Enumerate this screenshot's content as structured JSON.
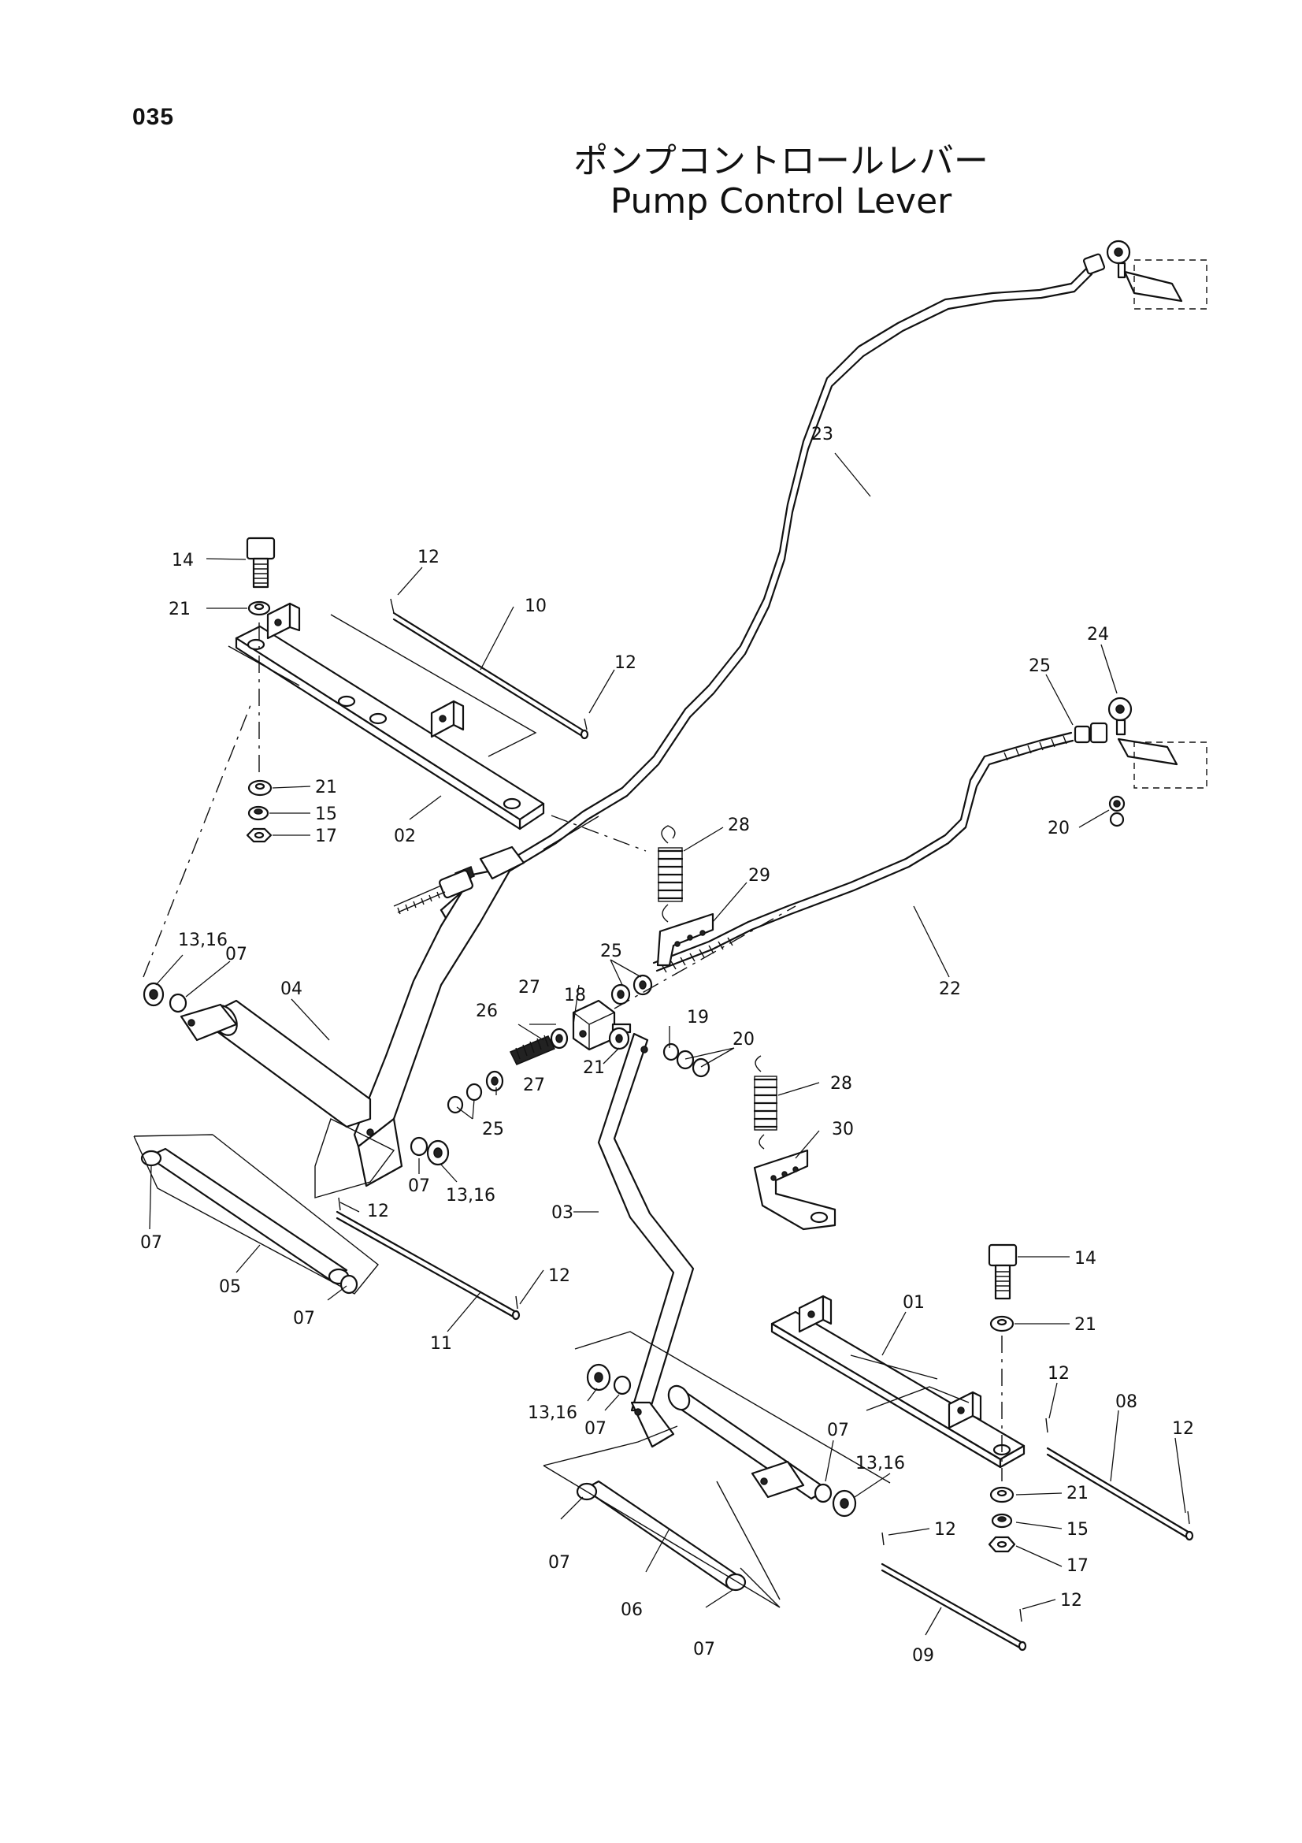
{
  "page": {
    "number": "035"
  },
  "title": {
    "japanese": "ポンプコントロールレバー",
    "english": "Pump Control Lever"
  },
  "callouts": [
    {
      "id": "c23",
      "text": "23"
    },
    {
      "id": "c14a",
      "text": "14"
    },
    {
      "id": "c12a",
      "text": "12"
    },
    {
      "id": "c21a",
      "text": "21"
    },
    {
      "id": "c10",
      "text": "10"
    },
    {
      "id": "c12b",
      "text": "12"
    },
    {
      "id": "c24",
      "text": "24"
    },
    {
      "id": "c25a",
      "text": "25"
    },
    {
      "id": "c21b",
      "text": "21"
    },
    {
      "id": "c15a",
      "text": "15"
    },
    {
      "id": "c17a",
      "text": "17"
    },
    {
      "id": "c02",
      "text": "02"
    },
    {
      "id": "c28a",
      "text": "28"
    },
    {
      "id": "c29",
      "text": "29"
    },
    {
      "id": "c20a",
      "text": "20"
    },
    {
      "id": "c22",
      "text": "22"
    },
    {
      "id": "c1316a",
      "text": "13,16"
    },
    {
      "id": "c07a",
      "text": "07"
    },
    {
      "id": "c04",
      "text": "04"
    },
    {
      "id": "c25b",
      "text": "25"
    },
    {
      "id": "c18",
      "text": "18"
    },
    {
      "id": "c27a",
      "text": "27"
    },
    {
      "id": "c26",
      "text": "26"
    },
    {
      "id": "c19",
      "text": "19"
    },
    {
      "id": "c20b",
      "text": "20"
    },
    {
      "id": "c21c",
      "text": "21"
    },
    {
      "id": "c27b",
      "text": "27"
    },
    {
      "id": "c28b",
      "text": "28"
    },
    {
      "id": "c25c",
      "text": "25"
    },
    {
      "id": "c30",
      "text": "30"
    },
    {
      "id": "c12c",
      "text": "12"
    },
    {
      "id": "c07b",
      "text": "07"
    },
    {
      "id": "c1316b",
      "text": "13,16"
    },
    {
      "id": "c03",
      "text": "03"
    },
    {
      "id": "c07c",
      "text": "07"
    },
    {
      "id": "c05",
      "text": "05"
    },
    {
      "id": "c12d",
      "text": "12"
    },
    {
      "id": "c07d",
      "text": "07"
    },
    {
      "id": "c11",
      "text": "11"
    },
    {
      "id": "c14b",
      "text": "14"
    },
    {
      "id": "c01",
      "text": "01"
    },
    {
      "id": "c21d",
      "text": "21"
    },
    {
      "id": "c1316c",
      "text": "13,16"
    },
    {
      "id": "c07e",
      "text": "07"
    },
    {
      "id": "c12e",
      "text": "12"
    },
    {
      "id": "c08",
      "text": "08"
    },
    {
      "id": "c12f",
      "text": "12"
    },
    {
      "id": "c07f",
      "text": "07"
    },
    {
      "id": "c1316d",
      "text": "13,16"
    },
    {
      "id": "c12g",
      "text": "12"
    },
    {
      "id": "c21e",
      "text": "21"
    },
    {
      "id": "c15b",
      "text": "15"
    },
    {
      "id": "c17b",
      "text": "17"
    },
    {
      "id": "c07g",
      "text": "07"
    },
    {
      "id": "c06",
      "text": "06"
    },
    {
      "id": "c12h",
      "text": "12"
    },
    {
      "id": "c07h",
      "text": "07"
    },
    {
      "id": "c09",
      "text": "09"
    }
  ]
}
